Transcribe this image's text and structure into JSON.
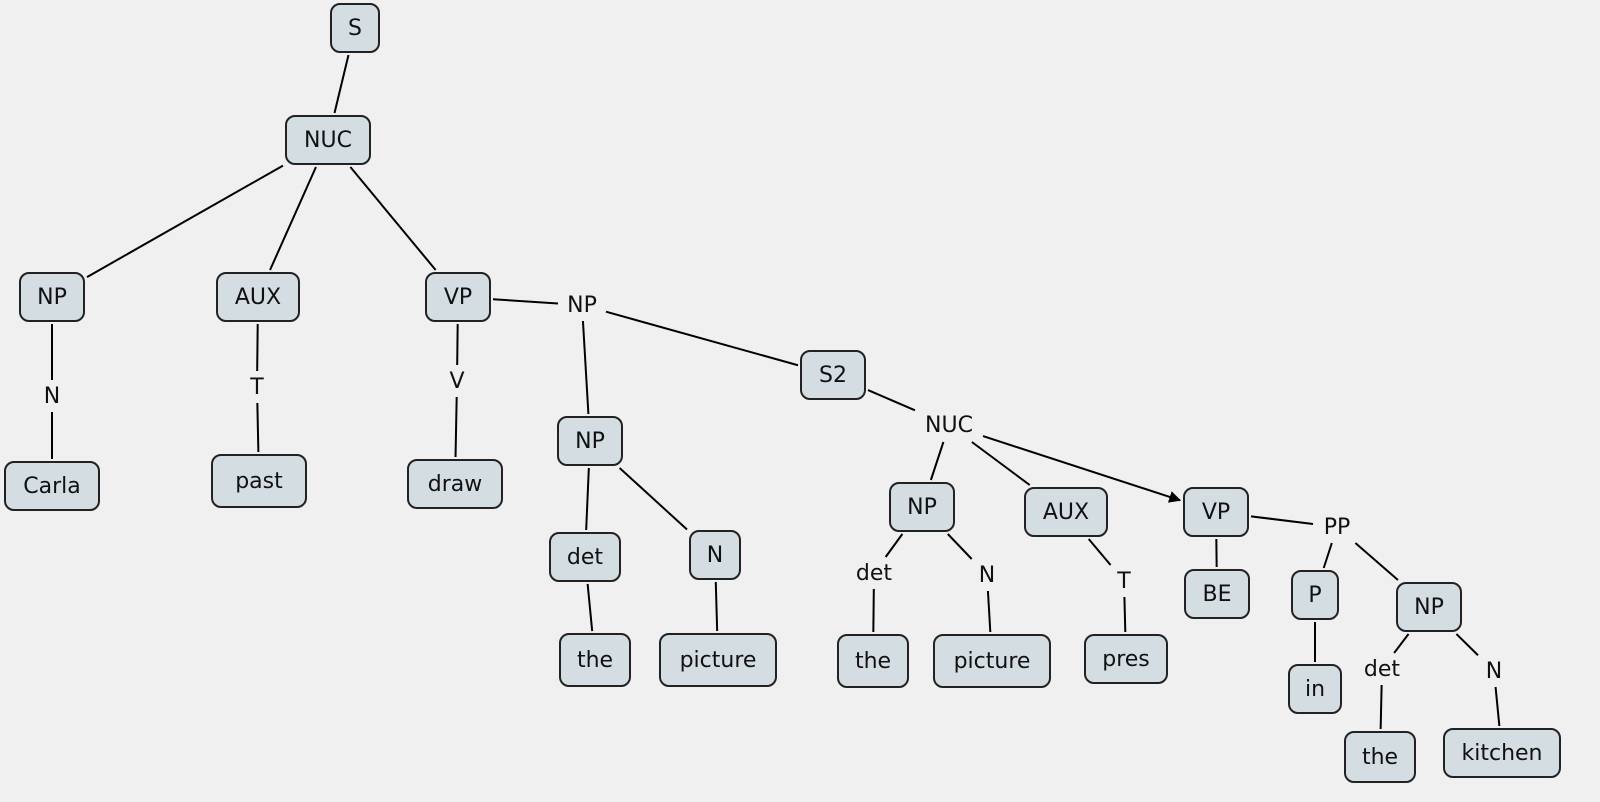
{
  "nodes": [
    {
      "id": "s",
      "label": "S",
      "type": "box"
    },
    {
      "id": "nuc1",
      "label": "NUC",
      "type": "box"
    },
    {
      "id": "np1",
      "label": "NP",
      "type": "box"
    },
    {
      "id": "aux1",
      "label": "AUX",
      "type": "box"
    },
    {
      "id": "vp1",
      "label": "VP",
      "type": "box"
    },
    {
      "id": "n1",
      "label": "N",
      "type": "plain"
    },
    {
      "id": "t1",
      "label": "T",
      "type": "plain"
    },
    {
      "id": "v1",
      "label": "V",
      "type": "plain"
    },
    {
      "id": "carla",
      "label": "Carla",
      "type": "box"
    },
    {
      "id": "past",
      "label": "past",
      "type": "box"
    },
    {
      "id": "draw",
      "label": "draw",
      "type": "box"
    },
    {
      "id": "np_obj",
      "label": "NP",
      "type": "plain"
    },
    {
      "id": "np2",
      "label": "NP",
      "type": "box"
    },
    {
      "id": "s2",
      "label": "S2",
      "type": "box"
    },
    {
      "id": "det1",
      "label": "det",
      "type": "box"
    },
    {
      "id": "n2",
      "label": "N",
      "type": "box"
    },
    {
      "id": "the1",
      "label": "the",
      "type": "box"
    },
    {
      "id": "picture1",
      "label": "picture",
      "type": "box"
    },
    {
      "id": "nuc2",
      "label": "NUC",
      "type": "plain"
    },
    {
      "id": "np3",
      "label": "NP",
      "type": "box"
    },
    {
      "id": "aux2",
      "label": "AUX",
      "type": "box"
    },
    {
      "id": "vp2",
      "label": "VP",
      "type": "box"
    },
    {
      "id": "det2",
      "label": "det",
      "type": "plain"
    },
    {
      "id": "n3",
      "label": "N",
      "type": "plain"
    },
    {
      "id": "the2",
      "label": "the",
      "type": "box"
    },
    {
      "id": "picture2",
      "label": "picture",
      "type": "box"
    },
    {
      "id": "t2",
      "label": "T",
      "type": "plain"
    },
    {
      "id": "pres",
      "label": "pres",
      "type": "box"
    },
    {
      "id": "be",
      "label": "BE",
      "type": "box"
    },
    {
      "id": "pp",
      "label": "PP",
      "type": "plain"
    },
    {
      "id": "p",
      "label": "P",
      "type": "box"
    },
    {
      "id": "np4",
      "label": "NP",
      "type": "box"
    },
    {
      "id": "in",
      "label": "in",
      "type": "box"
    },
    {
      "id": "det3",
      "label": "det",
      "type": "plain"
    },
    {
      "id": "n4",
      "label": "N",
      "type": "plain"
    },
    {
      "id": "the3",
      "label": "the",
      "type": "box"
    },
    {
      "id": "kitchen",
      "label": "kitchen",
      "type": "box"
    }
  ],
  "edges": [
    {
      "from": "s",
      "to": "nuc1"
    },
    {
      "from": "nuc1",
      "to": "np1"
    },
    {
      "from": "nuc1",
      "to": "aux1"
    },
    {
      "from": "nuc1",
      "to": "vp1"
    },
    {
      "from": "np1",
      "to": "n1"
    },
    {
      "from": "n1",
      "to": "carla"
    },
    {
      "from": "aux1",
      "to": "t1"
    },
    {
      "from": "t1",
      "to": "past"
    },
    {
      "from": "vp1",
      "to": "v1"
    },
    {
      "from": "v1",
      "to": "draw"
    },
    {
      "from": "vp1",
      "to": "np_obj"
    },
    {
      "from": "np_obj",
      "to": "np2"
    },
    {
      "from": "np_obj",
      "to": "s2"
    },
    {
      "from": "np2",
      "to": "det1"
    },
    {
      "from": "np2",
      "to": "n2"
    },
    {
      "from": "det1",
      "to": "the1"
    },
    {
      "from": "n2",
      "to": "picture1"
    },
    {
      "from": "s2",
      "to": "nuc2"
    },
    {
      "from": "nuc2",
      "to": "np3"
    },
    {
      "from": "nuc2",
      "to": "aux2"
    },
    {
      "from": "nuc2",
      "to": "vp2",
      "arrow": true
    },
    {
      "from": "np3",
      "to": "det2"
    },
    {
      "from": "np3",
      "to": "n3"
    },
    {
      "from": "det2",
      "to": "the2"
    },
    {
      "from": "n3",
      "to": "picture2"
    },
    {
      "from": "aux2",
      "to": "t2"
    },
    {
      "from": "t2",
      "to": "pres"
    },
    {
      "from": "vp2",
      "to": "be"
    },
    {
      "from": "vp2",
      "to": "pp"
    },
    {
      "from": "pp",
      "to": "p"
    },
    {
      "from": "pp",
      "to": "np4"
    },
    {
      "from": "p",
      "to": "in"
    },
    {
      "from": "np4",
      "to": "det3"
    },
    {
      "from": "np4",
      "to": "n4"
    },
    {
      "from": "det3",
      "to": "the3"
    },
    {
      "from": "n4",
      "to": "kitchen"
    }
  ]
}
